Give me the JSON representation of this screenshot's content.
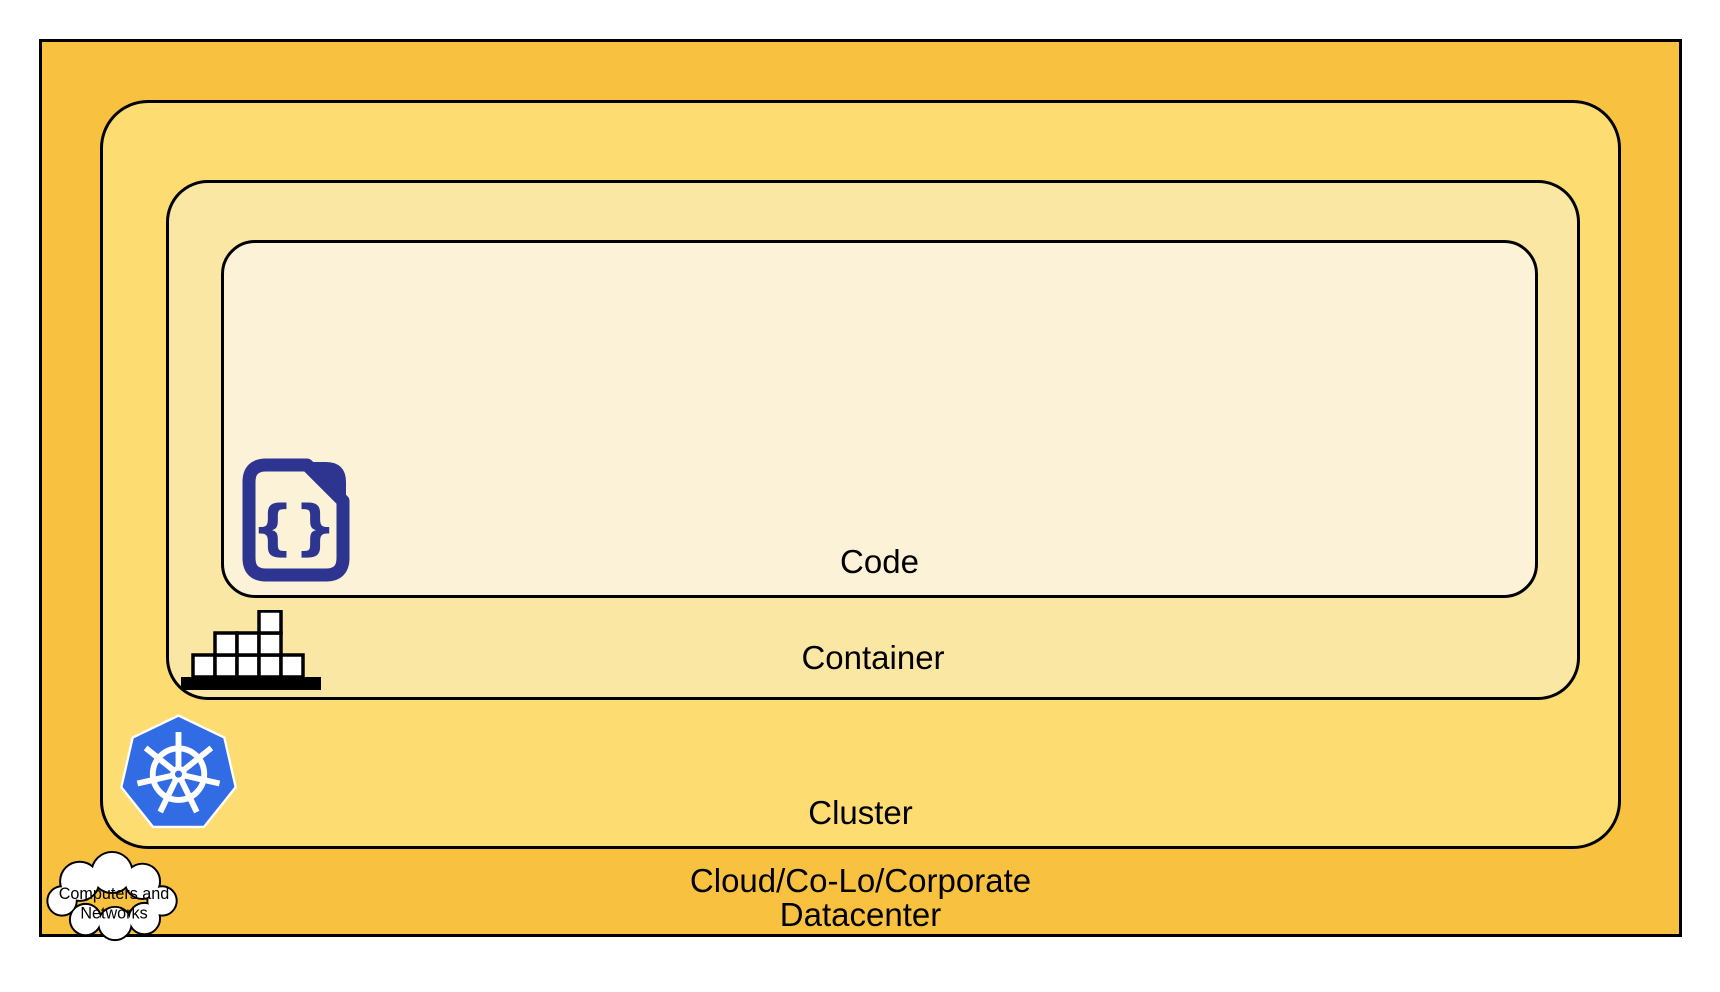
{
  "page": {
    "background": "#FFFFFF"
  },
  "layers": {
    "code": {
      "label": "Code"
    },
    "container": {
      "label": "Container"
    },
    "cluster": {
      "label": "Cluster"
    },
    "datacenter": {
      "label_line1": "Cloud/Co-Lo/Corporate",
      "label_line2": "Datacenter"
    }
  },
  "cloud_callout": {
    "line1": "Computers and",
    "line2": "Networks"
  },
  "icons": {
    "code_file": "document-with-curly-braces",
    "code_braces_glyph": "{}",
    "container_blocks": "stacked-shipping-boxes",
    "kubernetes": "kubernetes-helm-wheel-heptagon",
    "cloud": "cloud-outline-callout"
  },
  "colors": {
    "datacenter_fill": "#F8C140",
    "cluster_fill": "#FDDC72",
    "container_fill": "#FBE7A4",
    "code_fill": "#FBF2D7",
    "border": "#000000",
    "kubernetes_blue": "#326CE5",
    "code_icon_navy": "#2E3590",
    "label_text": "#000000"
  }
}
